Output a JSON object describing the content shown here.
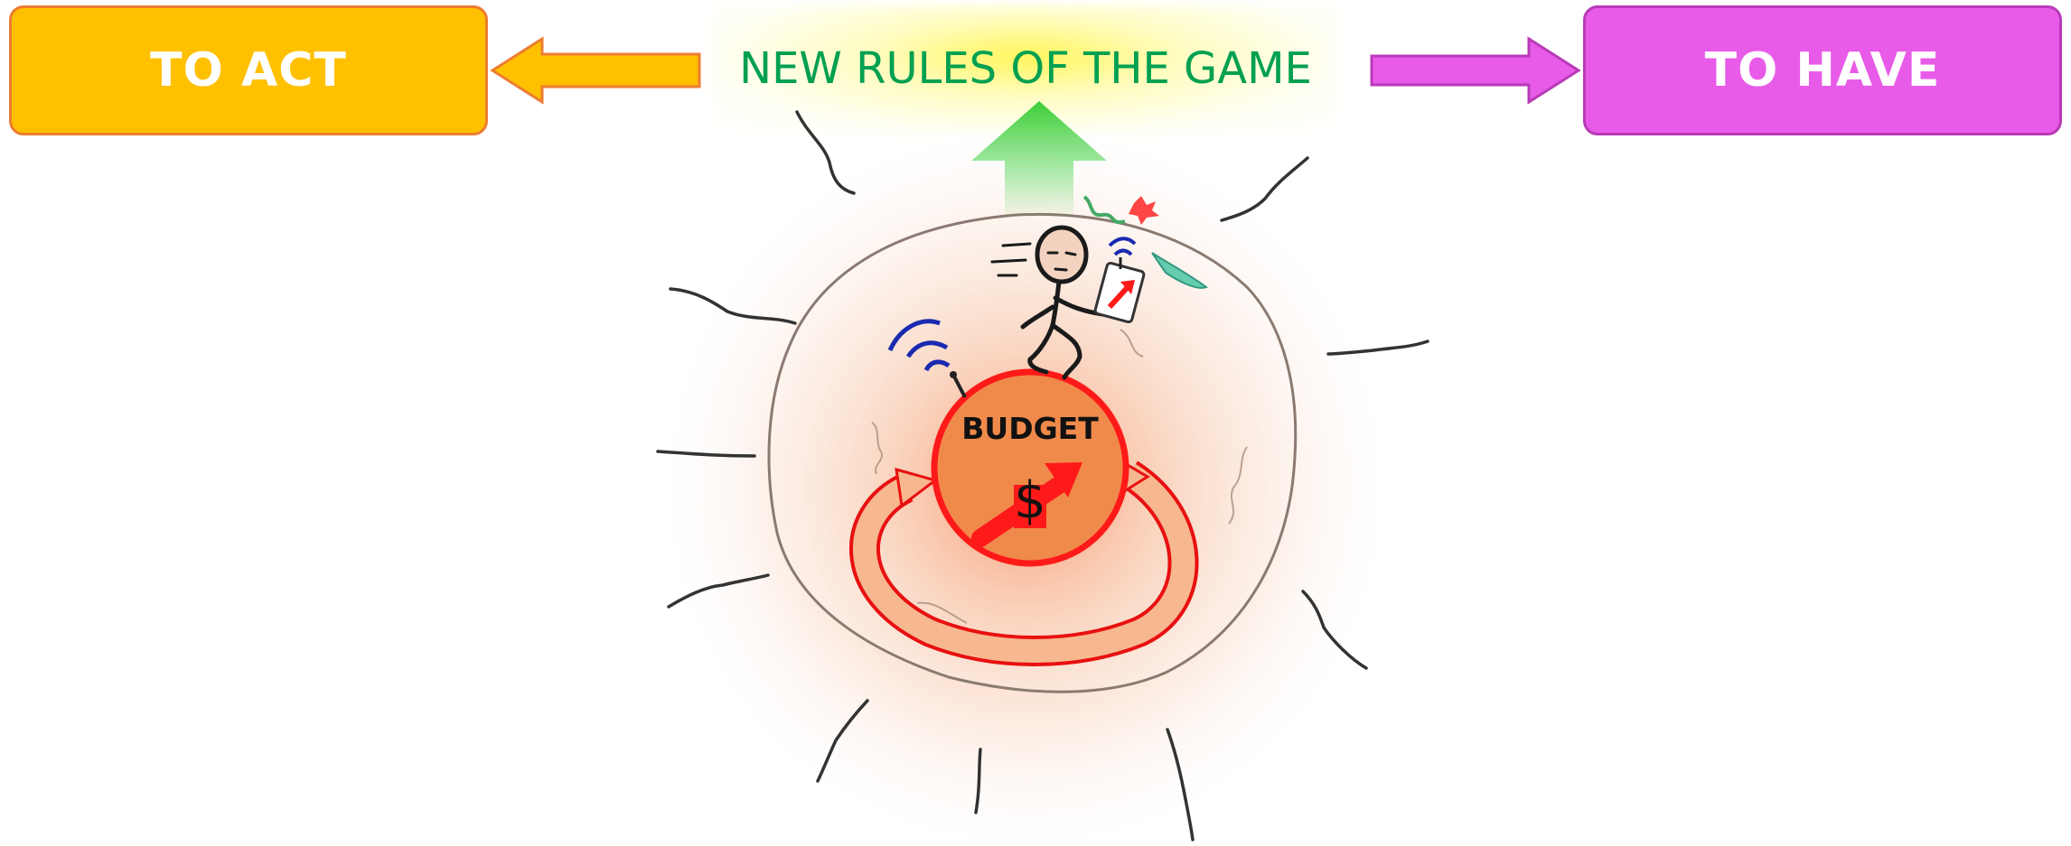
{
  "left_box": {
    "label": "TO ACT",
    "fill": "#FFC000",
    "border": "#ED7D31"
  },
  "right_box": {
    "label": "TO HAVE",
    "fill": "#E85BE8",
    "border": "#B83AB8"
  },
  "center_title": {
    "text": "NEW RULES OF THE GAME",
    "color": "#00A050"
  },
  "budget": {
    "label": "BUDGET",
    "symbol": "$",
    "fill": "#F08A4B",
    "ring_color": "#E81010"
  },
  "arrows": {
    "left": {
      "color": "#FFC000",
      "direction": "left"
    },
    "right": {
      "color": "#E85BE8",
      "direction": "right"
    },
    "up": {
      "color": "#33CC33",
      "direction": "up"
    }
  },
  "icons": [
    "person-on-globe-icon",
    "signal-waves-icon",
    "tablet-chart-icon",
    "growth-arrow-icon",
    "cycle-arrow-icon"
  ]
}
